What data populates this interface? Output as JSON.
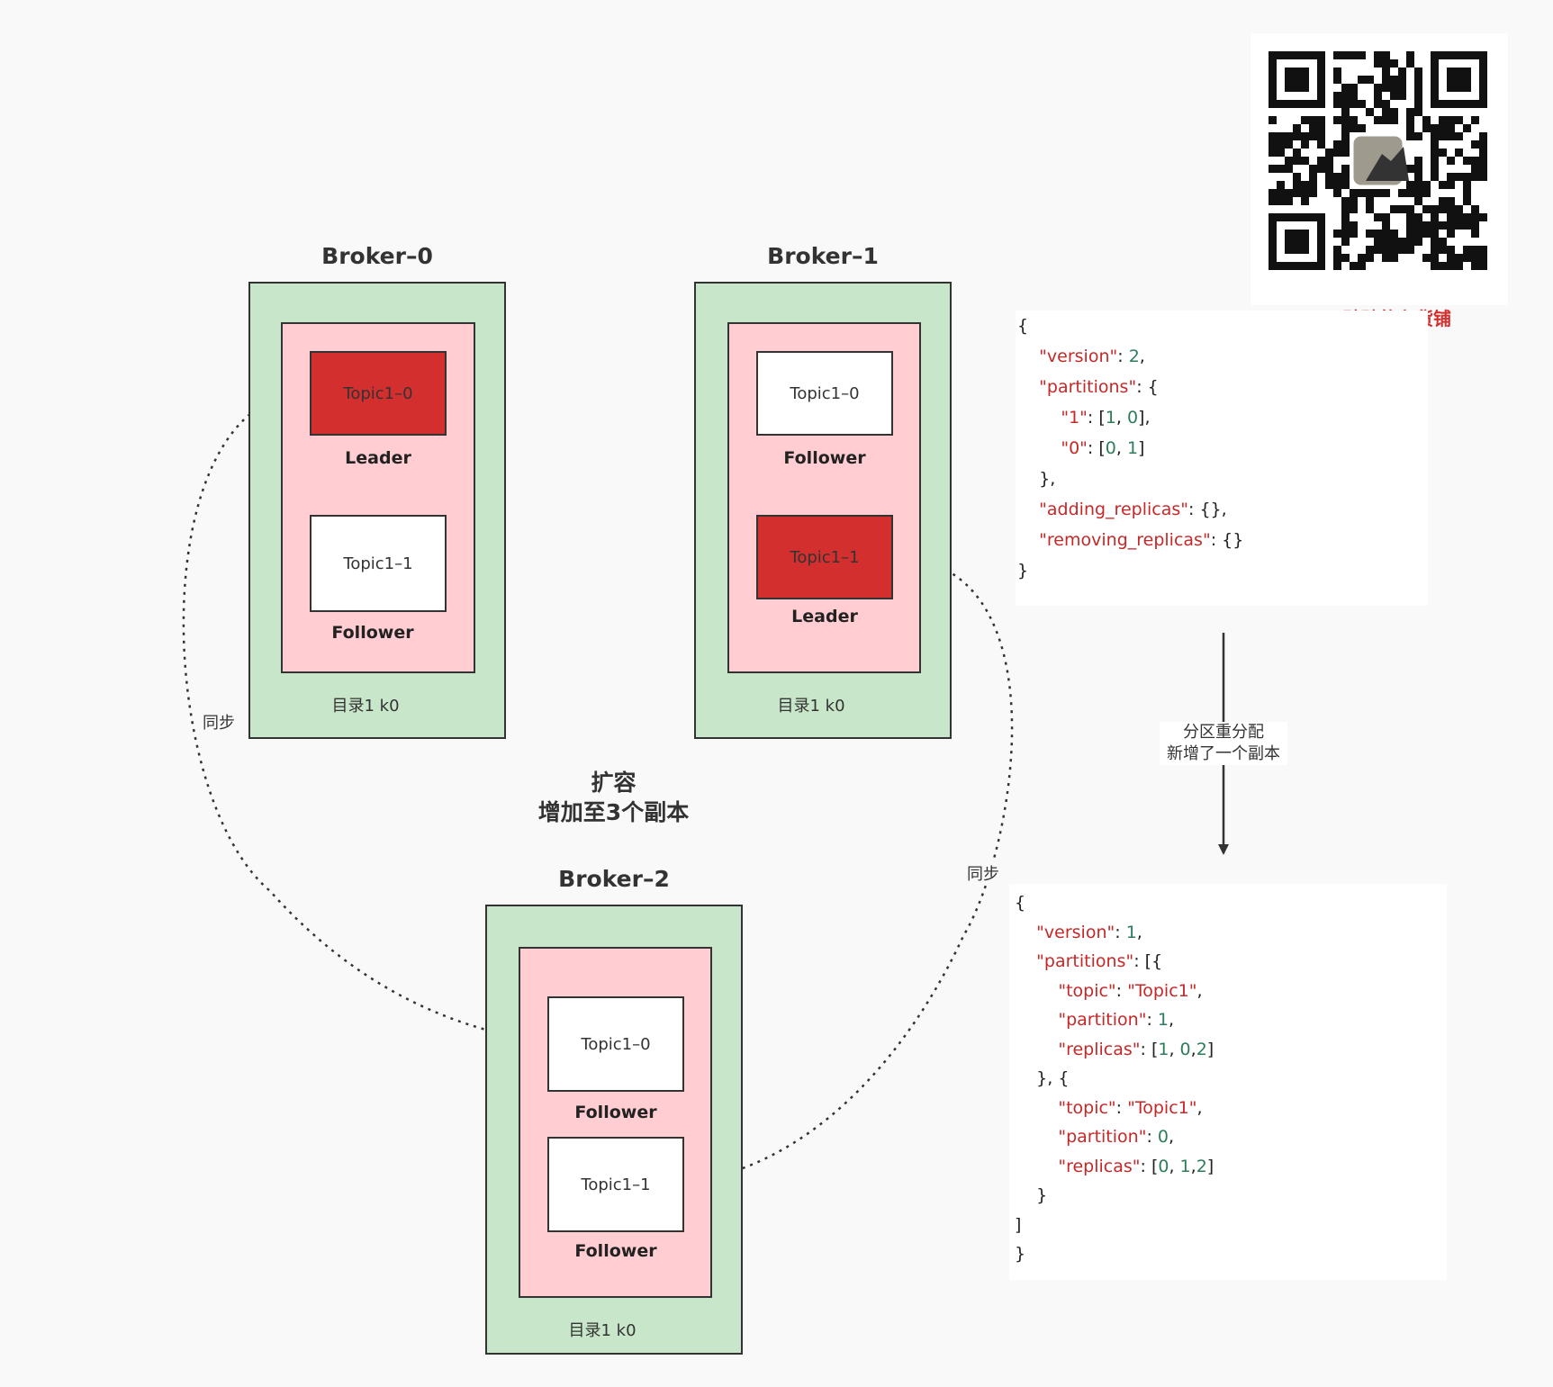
{
  "brokers": [
    {
      "title": "Broker–0",
      "dir": "目录1 k0",
      "partitions": [
        {
          "name": "Topic1–0",
          "role": "Leader",
          "leader": true
        },
        {
          "name": "Topic1–1",
          "role": "Follower",
          "leader": false
        }
      ]
    },
    {
      "title": "Broker–1",
      "dir": "目录1 k0",
      "partitions": [
        {
          "name": "Topic1–0",
          "role": "Follower",
          "leader": false
        },
        {
          "name": "Topic1–1",
          "role": "Leader",
          "leader": true
        }
      ]
    },
    {
      "title": "Broker–2",
      "dir": "目录1 k0",
      "partitions": [
        {
          "name": "Topic1–0",
          "role": "Follower",
          "leader": false
        },
        {
          "name": "Topic1–1",
          "role": "Follower",
          "leader": false
        }
      ]
    }
  ],
  "sync_label": "同步",
  "center_label": {
    "line1": "扩容",
    "line2": "增加至3个副本"
  },
  "qr_caption": "石臻臻的杂货铺",
  "arrow_label": {
    "line1": "分区重分配",
    "line2": "新增了一个副本"
  },
  "colors": {
    "broker_bg": "#c8e6c9",
    "inner_bg": "#ffcdd2",
    "leader": "#d32f2f",
    "json_key": "#c62828",
    "json_number": "#2e7d5a"
  },
  "json_before": [
    [
      [
        "p",
        "{"
      ]
    ],
    [
      [
        "p",
        "    "
      ],
      [
        "k",
        "\"version\""
      ],
      [
        "p",
        ": "
      ],
      [
        "n",
        "2"
      ],
      [
        "p",
        ","
      ]
    ],
    [
      [
        "p",
        "    "
      ],
      [
        "k",
        "\"partitions\""
      ],
      [
        "p",
        ": {"
      ]
    ],
    [
      [
        "p",
        "        "
      ],
      [
        "k",
        "\"1\""
      ],
      [
        "p",
        ": ["
      ],
      [
        "n",
        "1"
      ],
      [
        "p",
        ", "
      ],
      [
        "n",
        "0"
      ],
      [
        "p",
        "],"
      ]
    ],
    [
      [
        "p",
        "        "
      ],
      [
        "k",
        "\"0\""
      ],
      [
        "p",
        ": ["
      ],
      [
        "n",
        "0"
      ],
      [
        "p",
        ", "
      ],
      [
        "n",
        "1"
      ],
      [
        "p",
        "]"
      ]
    ],
    [
      [
        "p",
        "    },"
      ]
    ],
    [
      [
        "p",
        "    "
      ],
      [
        "k",
        "\"adding_replicas\""
      ],
      [
        "p",
        ": {},"
      ]
    ],
    [
      [
        "p",
        "    "
      ],
      [
        "k",
        "\"removing_replicas\""
      ],
      [
        "p",
        ": {}"
      ]
    ],
    [
      [
        "p",
        "}"
      ]
    ]
  ],
  "json_after": [
    [
      [
        "p",
        "{"
      ]
    ],
    [
      [
        "p",
        "    "
      ],
      [
        "k",
        "\"version\""
      ],
      [
        "p",
        ": "
      ],
      [
        "n",
        "1"
      ],
      [
        "p",
        ","
      ]
    ],
    [
      [
        "p",
        "    "
      ],
      [
        "k",
        "\"partitions\""
      ],
      [
        "p",
        ": [{"
      ]
    ],
    [
      [
        "p",
        "        "
      ],
      [
        "k",
        "\"topic\""
      ],
      [
        "p",
        ": "
      ],
      [
        "k",
        "\"Topic1\""
      ],
      [
        "p",
        ","
      ]
    ],
    [
      [
        "p",
        "        "
      ],
      [
        "k",
        "\"partition\""
      ],
      [
        "p",
        ": "
      ],
      [
        "n",
        "1"
      ],
      [
        "p",
        ","
      ]
    ],
    [
      [
        "p",
        "        "
      ],
      [
        "k",
        "\"replicas\""
      ],
      [
        "p",
        ": ["
      ],
      [
        "n",
        "1"
      ],
      [
        "p",
        ", "
      ],
      [
        "n",
        "0"
      ],
      [
        "p",
        ","
      ],
      [
        "n",
        "2"
      ],
      [
        "p",
        "]"
      ]
    ],
    [
      [
        "p",
        "    }, {"
      ]
    ],
    [
      [
        "p",
        "        "
      ],
      [
        "k",
        "\"topic\""
      ],
      [
        "p",
        ": "
      ],
      [
        "k",
        "\"Topic1\""
      ],
      [
        "p",
        ","
      ]
    ],
    [
      [
        "p",
        "        "
      ],
      [
        "k",
        "\"partition\""
      ],
      [
        "p",
        ": "
      ],
      [
        "n",
        "0"
      ],
      [
        "p",
        ","
      ]
    ],
    [
      [
        "p",
        "        "
      ],
      [
        "k",
        "\"replicas\""
      ],
      [
        "p",
        ": ["
      ],
      [
        "n",
        "0"
      ],
      [
        "p",
        ", "
      ],
      [
        "n",
        "1"
      ],
      [
        "p",
        ","
      ],
      [
        "n",
        "2"
      ],
      [
        "p",
        "]"
      ]
    ],
    [
      [
        "p",
        "    }"
      ]
    ],
    [
      [
        "p",
        "]"
      ]
    ],
    [
      [
        "p",
        "}"
      ]
    ]
  ]
}
